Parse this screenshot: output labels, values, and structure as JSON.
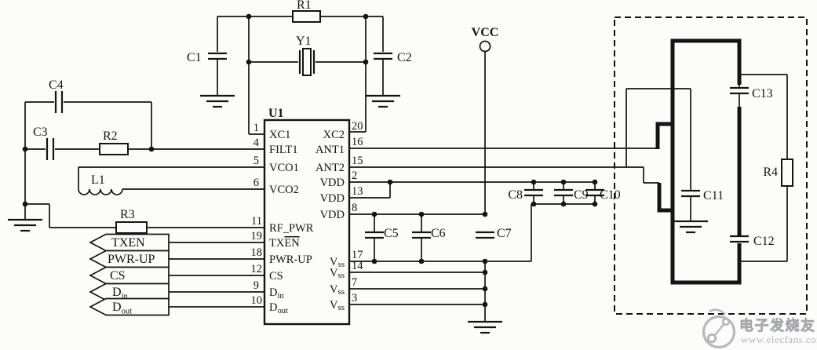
{
  "ic": {
    "refdes": "U1",
    "left_pins": [
      {
        "num": "1",
        "label": "XC1"
      },
      {
        "num": "4",
        "label": "FILT1"
      },
      {
        "num": "5",
        "label": "VCO1"
      },
      {
        "num": "6",
        "label": "VCO2"
      },
      {
        "num": "11",
        "label": "RF_PWR"
      },
      {
        "num": "19",
        "pre": "TX",
        "over": "EN"
      },
      {
        "num": "18",
        "label": "PWR-UP"
      },
      {
        "num": "12",
        "label": "CS"
      },
      {
        "num": "9",
        "base": "D",
        "sub": "in"
      },
      {
        "num": "10",
        "base": "D",
        "sub": "out"
      }
    ],
    "right_pins": [
      {
        "num": "20",
        "label": "XC2"
      },
      {
        "num": "16",
        "label": "ANT1"
      },
      {
        "num": "15",
        "label": "ANT2"
      },
      {
        "num": "2",
        "label": "VDD"
      },
      {
        "num": "13",
        "label": "VDD"
      },
      {
        "num": "8",
        "label": "VDD"
      },
      {
        "num": "17",
        "base": "V",
        "sub": "ss"
      },
      {
        "num": "14",
        "base": "V",
        "sub": "ss"
      },
      {
        "num": "7",
        "base": "V",
        "sub": "ss"
      },
      {
        "num": "3",
        "base": "V",
        "sub": "ss"
      }
    ]
  },
  "components": {
    "r1": "R1",
    "r2": "R2",
    "r3": "R3",
    "r4": "R4",
    "c1": "C1",
    "c2": "C2",
    "c3": "C3",
    "c4": "C4",
    "c5": "C5",
    "c6": "C6",
    "c7": "C7",
    "c8": "C8",
    "c9": "C9",
    "c10": "C10",
    "c11": "C11",
    "c12": "C12",
    "c13": "C13",
    "y1": "Y1",
    "l1": "L1"
  },
  "power": {
    "vcc": "VCC"
  },
  "flags": [
    {
      "label": "TXEN"
    },
    {
      "label": "PWR-UP"
    },
    {
      "label": "CS"
    },
    {
      "base": "D",
      "sub": "in"
    },
    {
      "base": "D",
      "sub": "out"
    }
  ],
  "watermark": {
    "brand": "电子发烧友",
    "site": "www.elecfans.com"
  }
}
